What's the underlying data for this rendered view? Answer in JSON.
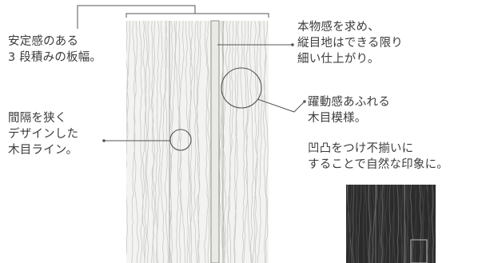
{
  "annotations": {
    "board_width": "安定感のある\n3 段積みの板幅。",
    "joint": "本物感を求め、\n縦目地はできる限り\n細い仕上がり。",
    "grain_pattern": "躍動感あふれる\n木目模様。",
    "line_spacing": "間隔を狭く\nデザインした\n木目ライン。",
    "texture": "凹凸をつけ不揃いに\nすることで自然な印象に。"
  },
  "colors": {
    "panel": "#f2f2f0",
    "grain": "#c9c9c6",
    "line": "#555555",
    "sample_dark": "#2b2b2b"
  }
}
